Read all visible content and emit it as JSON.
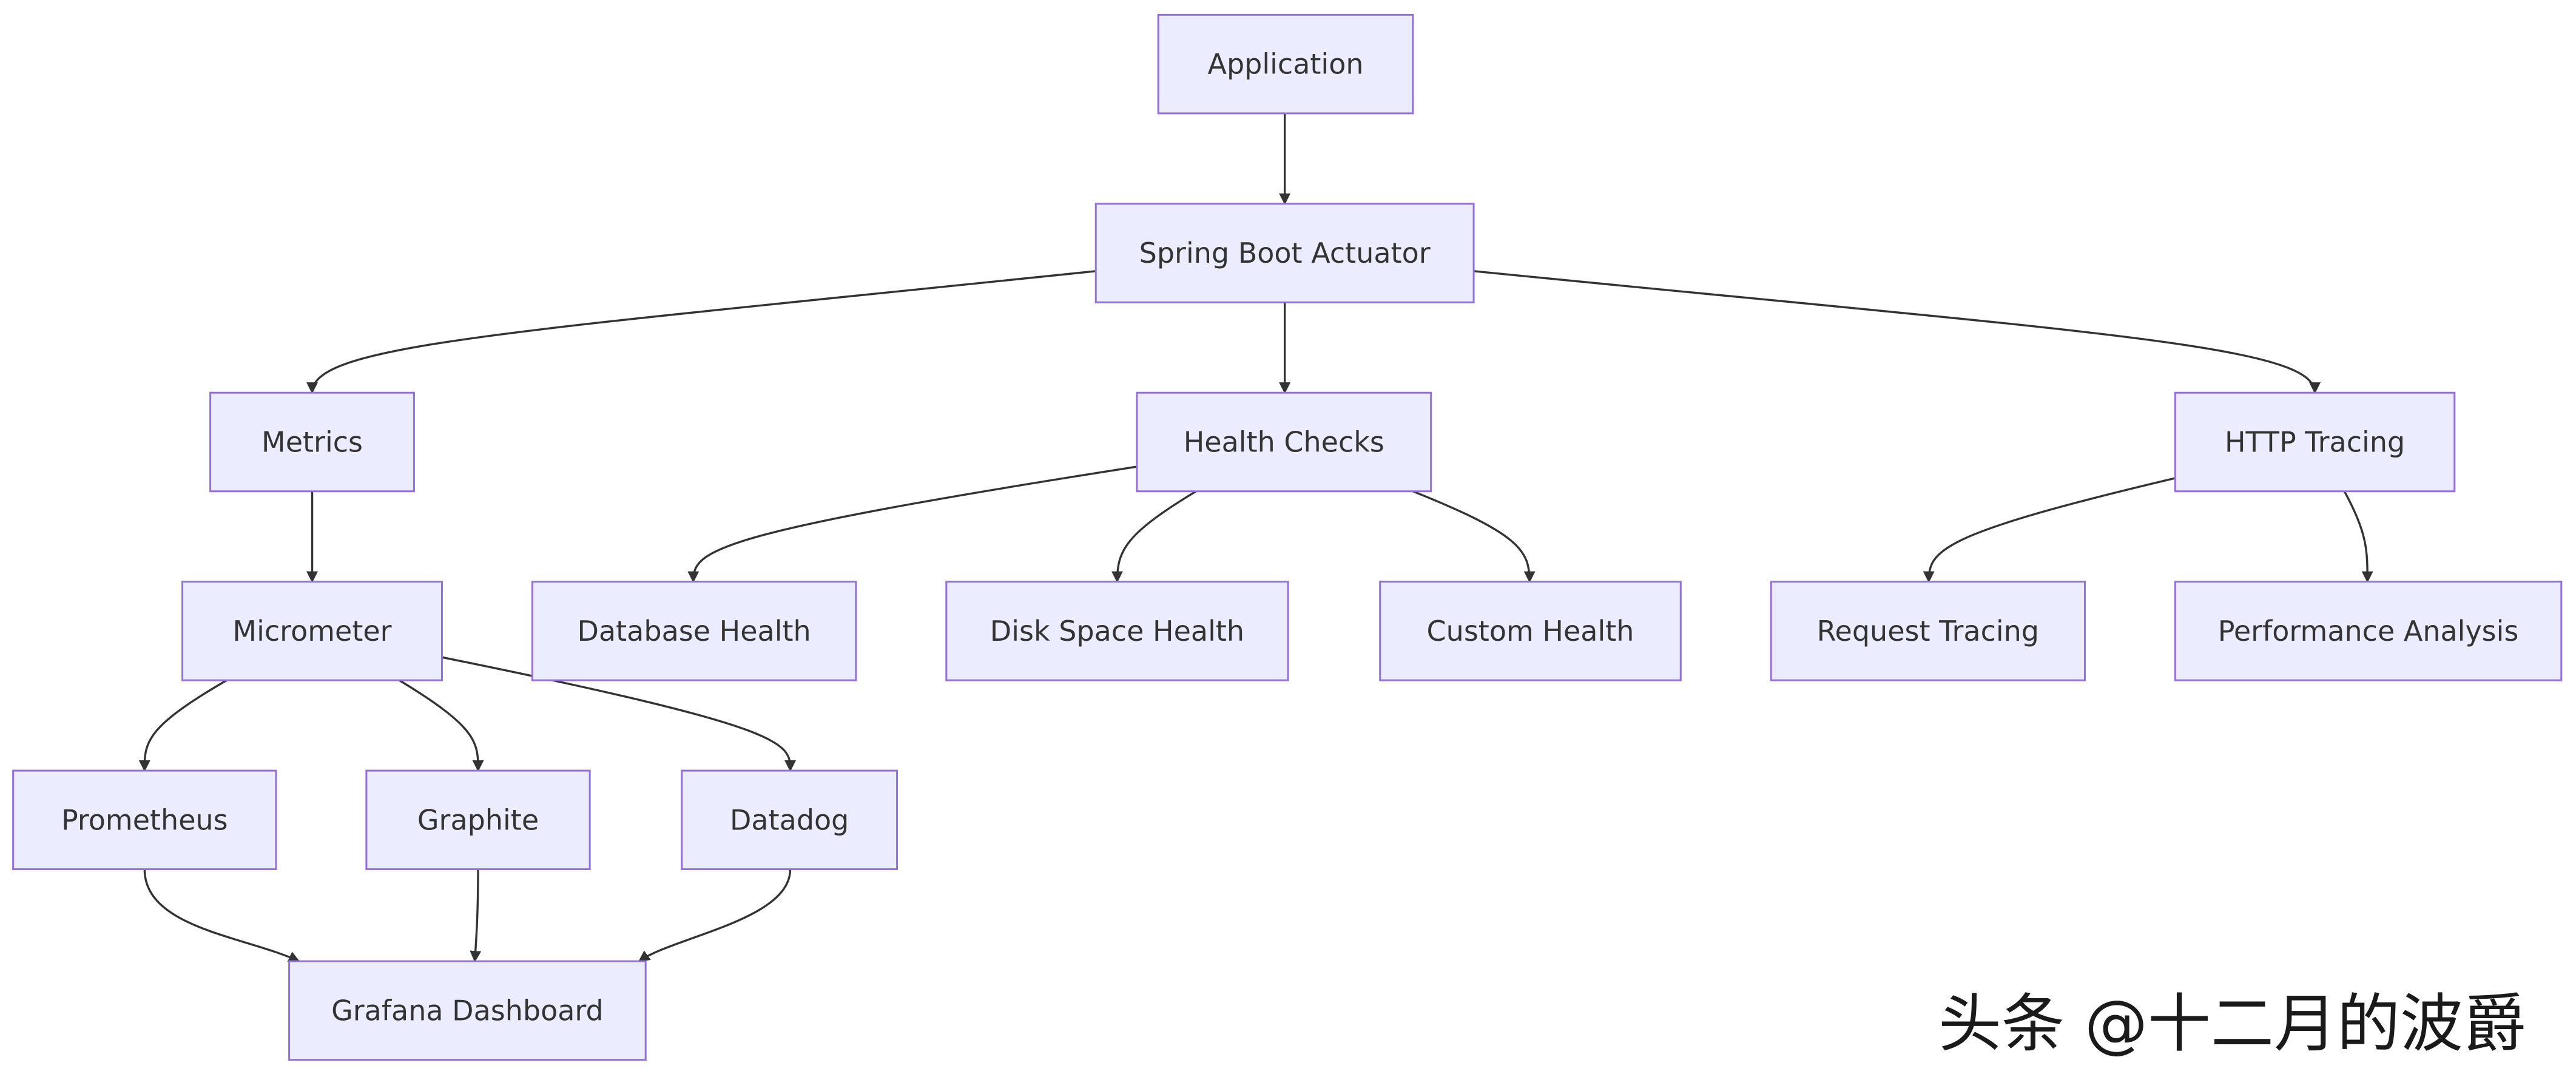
{
  "nodes": {
    "application": "Application",
    "actuator": "Spring Boot Actuator",
    "metrics": "Metrics",
    "health_checks": "Health Checks",
    "http_tracing": "HTTP Tracing",
    "micrometer": "Micrometer",
    "database_health": "Database Health",
    "disk_space_health": "Disk Space Health",
    "custom_health": "Custom Health",
    "request_tracing": "Request Tracing",
    "performance_analysis": "Performance Analysis",
    "prometheus": "Prometheus",
    "graphite": "Graphite",
    "datadog": "Datadog",
    "grafana_dashboard": "Grafana Dashboard"
  },
  "edges": [
    [
      "application",
      "actuator"
    ],
    [
      "actuator",
      "metrics"
    ],
    [
      "actuator",
      "health_checks"
    ],
    [
      "actuator",
      "http_tracing"
    ],
    [
      "metrics",
      "micrometer"
    ],
    [
      "health_checks",
      "database_health"
    ],
    [
      "health_checks",
      "disk_space_health"
    ],
    [
      "health_checks",
      "custom_health"
    ],
    [
      "http_tracing",
      "request_tracing"
    ],
    [
      "http_tracing",
      "performance_analysis"
    ],
    [
      "micrometer",
      "prometheus"
    ],
    [
      "micrometer",
      "graphite"
    ],
    [
      "micrometer",
      "datadog"
    ],
    [
      "prometheus",
      "grafana_dashboard"
    ],
    [
      "graphite",
      "grafana_dashboard"
    ],
    [
      "datadog",
      "grafana_dashboard"
    ]
  ],
  "watermark": "头条 @十二月的波爵",
  "colors": {
    "node_fill": "#ECECFF",
    "node_stroke": "#9370DB",
    "edge": "#333333",
    "text": "#333333"
  }
}
